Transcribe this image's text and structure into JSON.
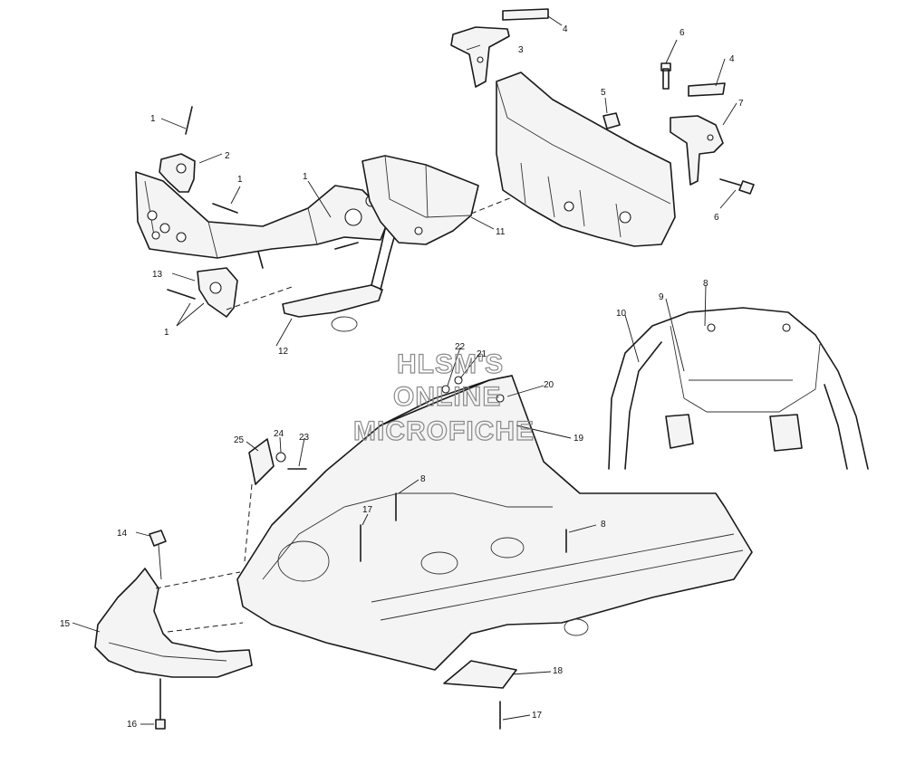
{
  "watermark": {
    "line1": "HLSM'S",
    "line2": "ONLINE",
    "line3": "MICROFICHE"
  },
  "callouts": [
    {
      "id": "c1a",
      "label": "1"
    },
    {
      "id": "c1b",
      "label": "1"
    },
    {
      "id": "c1c",
      "label": "1"
    },
    {
      "id": "c1d",
      "label": "1"
    },
    {
      "id": "c2",
      "label": "2"
    },
    {
      "id": "c3",
      "label": "3"
    },
    {
      "id": "c4a",
      "label": "4"
    },
    {
      "id": "c4b",
      "label": "4"
    },
    {
      "id": "c5",
      "label": "5"
    },
    {
      "id": "c6a",
      "label": "6"
    },
    {
      "id": "c6b",
      "label": "6"
    },
    {
      "id": "c7",
      "label": "7"
    },
    {
      "id": "c8a",
      "label": "8"
    },
    {
      "id": "c8b",
      "label": "8"
    },
    {
      "id": "c8c",
      "label": "8"
    },
    {
      "id": "c9",
      "label": "9"
    },
    {
      "id": "c10",
      "label": "10"
    },
    {
      "id": "c11",
      "label": "11"
    },
    {
      "id": "c12",
      "label": "12"
    },
    {
      "id": "c13",
      "label": "13"
    },
    {
      "id": "c14",
      "label": "14"
    },
    {
      "id": "c15",
      "label": "15"
    },
    {
      "id": "c16",
      "label": "16"
    },
    {
      "id": "c17a",
      "label": "17"
    },
    {
      "id": "c17b",
      "label": "17"
    },
    {
      "id": "c18",
      "label": "18"
    },
    {
      "id": "c19",
      "label": "19"
    },
    {
      "id": "c20",
      "label": "20"
    },
    {
      "id": "c21",
      "label": "21"
    },
    {
      "id": "c22",
      "label": "22"
    },
    {
      "id": "c23",
      "label": "23"
    },
    {
      "id": "c24",
      "label": "24"
    },
    {
      "id": "c25",
      "label": "25"
    }
  ]
}
